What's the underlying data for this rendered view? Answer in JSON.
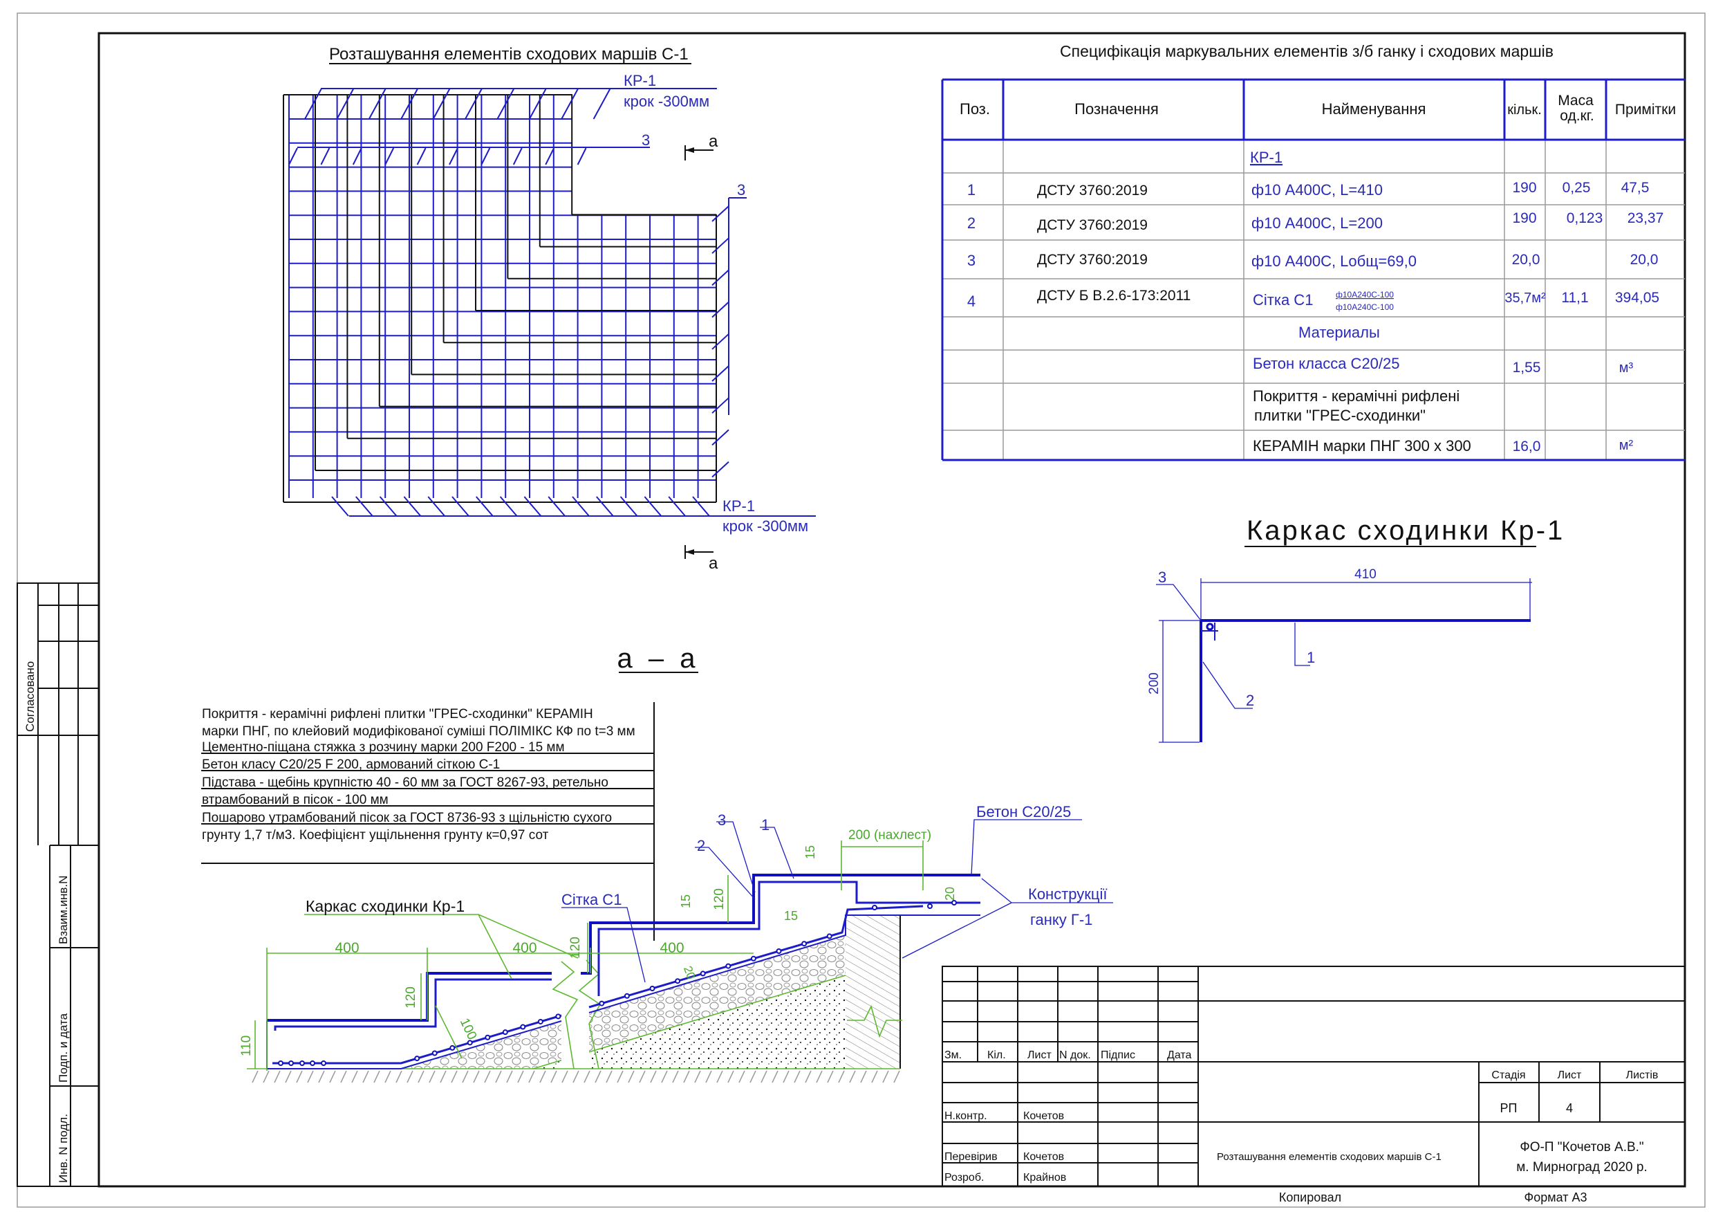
{
  "plan": {
    "title": "Розташування елементів сходових маршів С-1",
    "kr_top": "КР-1",
    "step_top": "крок -300мм",
    "pos3_a": "3",
    "pos3_b": "3",
    "kr_bottom": "КР-1",
    "step_bottom": "крок -300мм",
    "cut_top": "а",
    "cut_bottom": "а"
  },
  "spec": {
    "title": "Специфікація маркувальних елементів з/б ганку і сходових маршів",
    "headers": {
      "pos": "Поз.",
      "designation": "Позначення",
      "name": "Найменування",
      "qty": "кільк.",
      "mass_1": "Маса",
      "mass_2": "од.кг.",
      "note": "Примітки"
    },
    "group_kr": "КР-1",
    "rows": [
      {
        "pos": "1",
        "designation": "ДСТУ 3760:2019",
        "name": "ф10 А400С, L=410",
        "qty": "190",
        "mass": "0,25",
        "note": "47,5"
      },
      {
        "pos": "2",
        "designation": "ДСТУ 3760:2019",
        "name": "ф10 А400С, L=200",
        "qty": "190",
        "mass": "0,123",
        "note": "23,37"
      },
      {
        "pos": "3",
        "designation": "ДСТУ 3760:2019",
        "name": "ф10 А400С, Lобщ=69,0",
        "qty": "20,0",
        "mass": "",
        "note": "20,0"
      },
      {
        "pos": "4",
        "designation": "ДСТУ Б В.2.6-173:2011",
        "name": "Сітка С1",
        "name_frac_1": "ф10А240С-100",
        "name_frac_2": "ф10А240С-100",
        "qty": "35,7м²",
        "mass": "11,1",
        "note": "394,05"
      }
    ],
    "group_materials": "Материалы",
    "materials": [
      {
        "name": "Бетон класса С20/25",
        "qty": "1,55",
        "note": "м³"
      },
      {
        "name_1": "Покриття - керамічні рифлені",
        "name_2": "плитки \"ГРЕС-сходинки\""
      },
      {
        "name": "КЕРАМІН марки ПНГ 300 х 300",
        "qty": "16,0",
        "note": "м²"
      }
    ]
  },
  "frame": {
    "title": "Каркас сходинки  Кр-1",
    "dim_len": "410",
    "dim_height": "200",
    "pos1": "1",
    "pos2": "2",
    "pos3": "3"
  },
  "section": {
    "title": "а – а",
    "notes": [
      "Покриття - керамічні рифлені плитки \"ГРЕС-сходинки\" КЕРАМІН",
      "марки ПНГ, по клейовий модифікованої суміші ПОЛІМІКС КФ по t=3 мм",
      "Цементно-піщана стяжка з розчину марки 200 F200 - 15 мм",
      "Бетон класу С20/25 F 200, армований сіткою С-1",
      "Підстава - щебінь крупністю 40 - 60 мм за ГОСТ 8267-93, ретельно",
      "втрамбований в пісок - 100 мм",
      "Пошарово утрамбований пісок за ГОСТ 8736-93 з щільністю сухого",
      "грунту 1,7 т/м3. Коефіцієнт ущільнення грунту к=0,97 сот"
    ],
    "label_frame": "Каркас сходинки  Кр-1",
    "label_mesh": "Сітка С1",
    "label_concrete": "Бетон С20/25",
    "label_porch_1": "Конструкції",
    "label_porch_2": "ганку Г-1",
    "overlap": "200 (нахлест)",
    "pos1": "1",
    "pos2": "2",
    "pos3": "3",
    "dims": {
      "d400a": "400",
      "d400b": "400",
      "d400c": "400",
      "d120a": "120",
      "d120b": "120",
      "d120c": "120",
      "d110": "110",
      "d100": "100",
      "d15a": "15",
      "d15b": "15",
      "d15c": "15",
      "d20a": "20",
      "d20b": "20"
    }
  },
  "left_strip": {
    "agreed": "Согласовано",
    "inv_exch": "Взаим.инв.N",
    "sign_date": "Подп. и дата",
    "inv_orig": "Инв. N подл."
  },
  "title_block": {
    "headers": {
      "change": "Зм.",
      "qty": "Кіл.",
      "sheet": "Лист",
      "doc": "N док.",
      "sign": "Підпис",
      "date": "Дата"
    },
    "roles": [
      {
        "role": "Н.контр.",
        "name": "Кочетов"
      },
      {
        "role": "Перевірив",
        "name": "Кочетов"
      },
      {
        "role": "Розроб.",
        "name": "Крайнов"
      }
    ],
    "stage_label": "Стадія",
    "sheet_label": "Лист",
    "sheets_label": "Листів",
    "stage": "РП",
    "sheet": "4",
    "drawing_title": "Розташування елементів сходових маршів С-1",
    "org_1": "ФО-П \"Кочетов А.В.\"",
    "org_2": "м. Мирноград 2020 р.",
    "copied": "Копировал",
    "format": "Формат А3"
  }
}
